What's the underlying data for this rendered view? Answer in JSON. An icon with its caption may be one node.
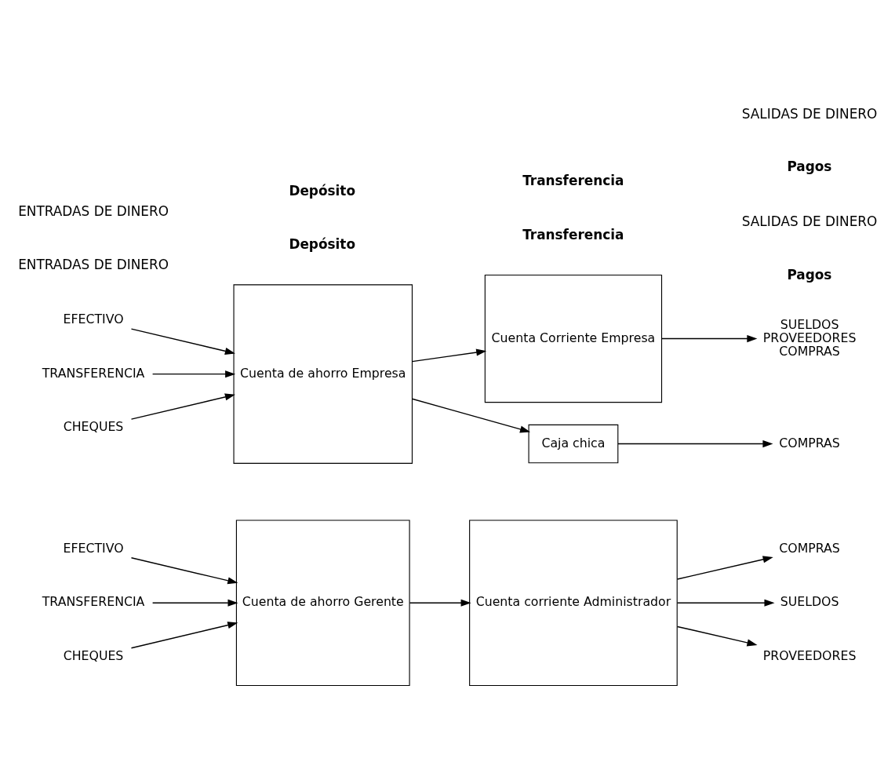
{
  "diagram": {
    "nodes": [
      {
        "text": [
          "EFECTIVO"
        ]
      },
      {
        "text": [
          "TRANSFERENCIA"
        ]
      },
      {
        "text": [
          "CHEQUES"
        ]
      },
      {
        "text": [
          "Cuenta de ahorro Gerente"
        ]
      },
      {
        "text": [
          "Cuenta corriente Administrador"
        ]
      },
      {
        "text": [
          "COMPRAS"
        ]
      },
      {
        "text": [
          "SUELDOS"
        ]
      },
      {
        "text": [
          "PROVEEDORES"
        ]
      },
      {
        "text": [
          "EFECTIVO"
        ]
      },
      {
        "text": [
          "TRANSFERENCIA"
        ]
      },
      {
        "text": [
          "CHEQUES"
        ]
      },
      {
        "text": [
          "Cuenta de ahorro Empresa"
        ]
      },
      {
        "text": [
          "Cuenta Corriente Empresa"
        ]
      },
      {
        "text": [
          "Caja chica"
        ]
      },
      {
        "text": [
          "SUELDOS",
          "PROVEEDORES",
          "COMPRAS"
        ]
      },
      {
        "text": [
          "COMPRAS"
        ]
      }
    ],
    "edges": [
      {
        "from": 0,
        "to": 3,
        "arrow": "to"
      },
      {
        "from": 1,
        "to": 3,
        "arrow": "to"
      },
      {
        "from": 2,
        "to": 3,
        "arrow": "to"
      },
      {
        "from": 3,
        "to": 4,
        "arrow": "to"
      },
      {
        "from": 4,
        "to": 5,
        "arrow": "to"
      },
      {
        "from": 4,
        "to": 6,
        "arrow": "to"
      },
      {
        "from": 4,
        "to": 7,
        "arrow": "to"
      },
      {
        "from": 8,
        "to": 11,
        "arrow": "to"
      },
      {
        "from": 9,
        "to": 11,
        "arrow": "to"
      },
      {
        "from": 10,
        "to": 11,
        "arrow": "to"
      },
      {
        "from": 11,
        "to": 12,
        "arrow": "to"
      },
      {
        "from": 11,
        "to": 13,
        "arrow": "to"
      },
      {
        "from": 12,
        "to": 14,
        "arrow": "to"
      },
      {
        "from": 13,
        "to": 15,
        "arrow": "to"
      }
    ],
    "labels": [
      "Depósito",
      "Transferencia",
      "Pagos",
      "ENTRADAS DE DINERO",
      "SALIDAS DE DINERO",
      "Depósito",
      "Transferencia",
      "Pagos",
      "ENTRADAS DE DINERO",
      "SALIDAS DE DINERO"
    ]
  }
}
